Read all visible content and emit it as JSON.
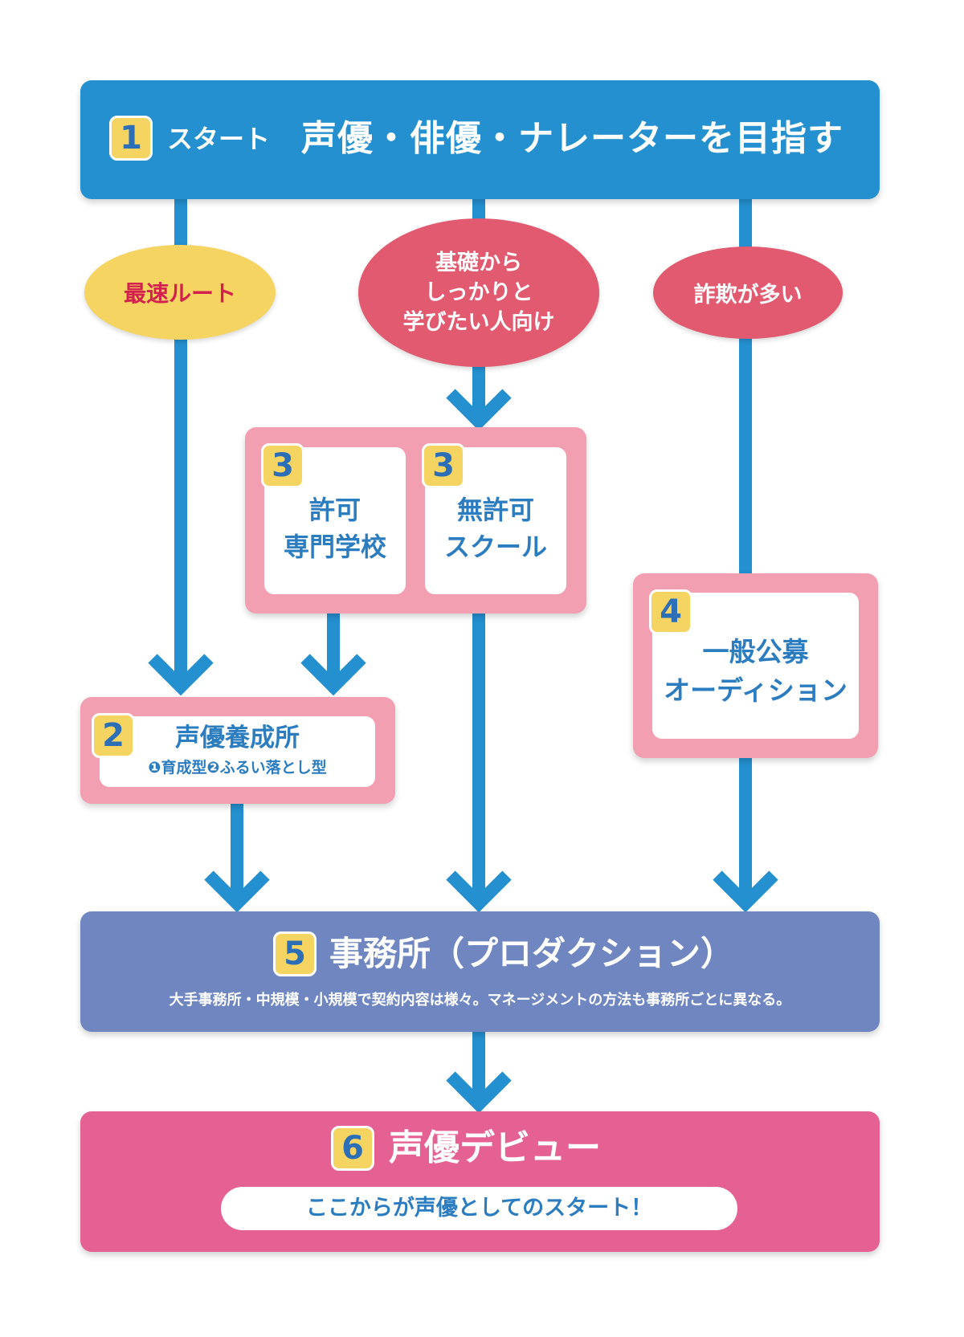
{
  "start": {
    "number": "1",
    "prefix": "スタート",
    "title": "声優・俳優・ナレーターを目指す"
  },
  "routes": {
    "fast": "最速ルート",
    "basics": "基礎から\nしっかりと\n学びたい人向け",
    "fraud": "詐欺が多い"
  },
  "schools": {
    "licensed": {
      "number": "3",
      "label": "許可\n専門学校"
    },
    "unlicensed": {
      "number": "3",
      "label": "無許可\nスクール"
    }
  },
  "training": {
    "number": "2",
    "title": "声優養成所",
    "subtitle": "❶育成型❷ふるい落とし型"
  },
  "audition": {
    "number": "4",
    "label": "一般公募\nオーディション"
  },
  "agency": {
    "number": "5",
    "title": "事務所（プロダクション）",
    "description": "大手事務所・中規模・小規模で契約内容は様々。マネージメントの方法も事務所ごとに異なる。"
  },
  "debut": {
    "number": "6",
    "title": "声優デビュー",
    "message": "ここからが声優としてのスタート！"
  },
  "colors": {
    "blue": "#2490cf",
    "yellow": "#f5d462",
    "red": "#e15a6f",
    "pink": "#f29fb2",
    "purple": "#6f86c1",
    "magenta": "#e56194"
  }
}
